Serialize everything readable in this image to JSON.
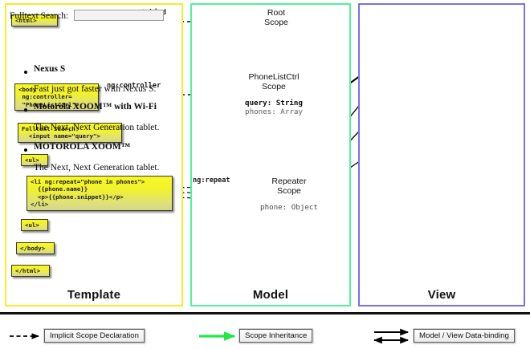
{
  "panels": {
    "template": {
      "label": "Template",
      "border_color": "#f2ef28"
    },
    "model": {
      "label": "Model",
      "border_color": "#4ff39a"
    },
    "view": {
      "label": "View",
      "border_color": "#7a6fe8"
    }
  },
  "template_boxes": [
    {
      "name": "html-open-tag",
      "text": "<html>"
    },
    {
      "name": "body-tag",
      "text": "<body\n ng:controller=\n \"PhoneListCtrl\">"
    },
    {
      "name": "fulltext-search",
      "text": "Fulltext Search:\n  <input name=\"query\">"
    },
    {
      "name": "ul-open-tag",
      "text": "<ul>"
    },
    {
      "name": "li-repeat",
      "text": "<li ng:repeat=\"phone in phones\">\n  {{phone.name}}\n  <p>{{phone.snippet}}</p>\n</li>"
    },
    {
      "name": "ul-close-tag",
      "text": "<ul>"
    },
    {
      "name": "body-close-tag",
      "text": "</body>"
    },
    {
      "name": "html-close-tag",
      "text": "</html>"
    }
  ],
  "edge_labels": {
    "autobind": "ng:autobind",
    "controller": "ng:controller",
    "repeat": "ng:repeat"
  },
  "scopes": [
    {
      "name": "root-scope",
      "title_line1": "Root",
      "title_line2": "Scope",
      "props": []
    },
    {
      "name": "phonelistctrl-scope",
      "title_line1": "PhoneListCtrl",
      "title_line2": "Scope",
      "props": [
        {
          "text": "query: String",
          "bold": true
        },
        {
          "text": "phones: Array",
          "bold": false
        }
      ]
    },
    {
      "name": "repeater-scope",
      "title_line1": "Repeater",
      "title_line2": "Scope",
      "props": [
        {
          "text": "phone: Object",
          "bold": false
        }
      ]
    }
  ],
  "view": {
    "search_label": "Fulltext Search:",
    "search_value": "",
    "search_placeholder": "",
    "phones": [
      {
        "name": "Nexus S",
        "snippet": "Fast just got faster with Nexus S."
      },
      {
        "name": "Motorola XOOM™  with Wi-Fi",
        "snippet": "The Next, Next Generation tablet."
      },
      {
        "name": "MOTOROLA XOOM™",
        "snippet": "The Next, Next Generation tablet."
      }
    ]
  },
  "legend": [
    {
      "name": "implicit-scope-declaration",
      "label": "Implicit Scope Declaration",
      "marker": "dashed-arrow",
      "color": "#000000"
    },
    {
      "name": "scope-inheritance",
      "label": "Scope Inheritance",
      "marker": "green-arrow",
      "color": "#22e84a"
    },
    {
      "name": "model-view-data-binding",
      "label": "Model / View Data-binding",
      "marker": "double-arrow",
      "color": "#000000"
    }
  ],
  "colors": {
    "template_border": "#f2ef28",
    "model_border": "#4ff39a",
    "view_border": "#7a6fe8",
    "code_box_fill": "#f2f22a",
    "scope_fill": "#7ddc9b",
    "inheritance_arrow": "#22e84a"
  }
}
